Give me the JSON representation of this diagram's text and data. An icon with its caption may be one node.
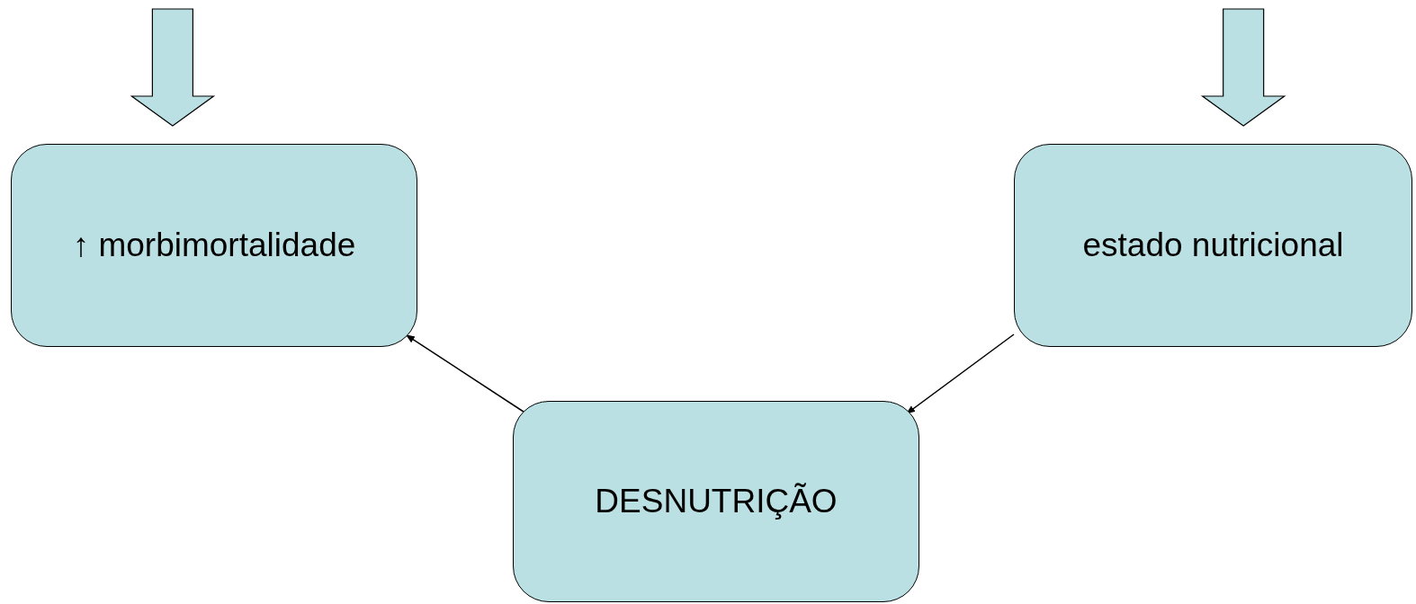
{
  "diagram": {
    "nodes": [
      {
        "text": [
          "↑ morbimortalidade"
        ]
      },
      {
        "text": [
          "estado nutricional"
        ]
      },
      {
        "text": [
          "DESNUTRIÇÃO"
        ]
      }
    ],
    "edges": [
      {
        "from": null,
        "to": 0,
        "arrow": "to",
        "style": "thick",
        "color": "#bbe0e3"
      },
      {
        "from": null,
        "to": 1,
        "arrow": "to",
        "style": "thick",
        "color": "#bbe0e3"
      },
      {
        "from": 1,
        "to": 2,
        "arrow": "to"
      },
      {
        "from": 2,
        "to": 0,
        "arrow": "to"
      }
    ]
  }
}
